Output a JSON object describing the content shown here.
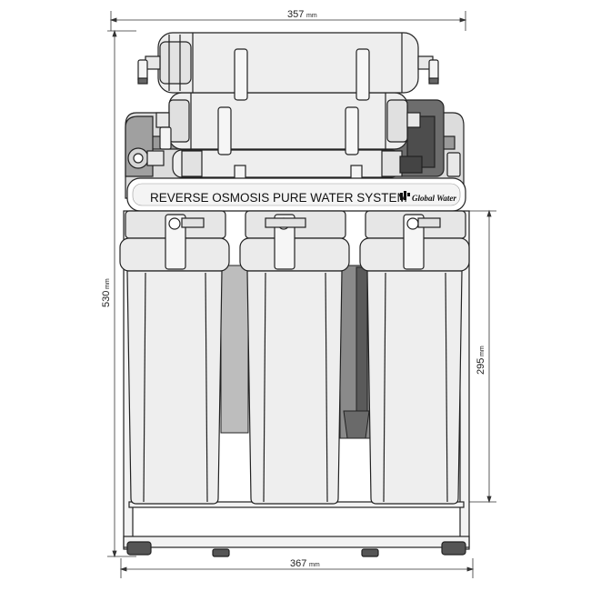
{
  "banner": {
    "title": "REVERSE OSMOSIS PURE WATER SYSTEM",
    "brand": "Global Water"
  },
  "dimensions": {
    "top_width": {
      "value": "357",
      "unit": "mm"
    },
    "bottom_width": {
      "value": "367",
      "unit": "mm"
    },
    "total_height": {
      "value": "530",
      "unit": "mm"
    },
    "housing_height": {
      "value": "295",
      "unit": "mm"
    }
  },
  "colors": {
    "line": "#222222",
    "body": "#ededed",
    "shade": "#c8c8c8",
    "dark": "#8a8a8a",
    "darker": "#5a5a5a"
  }
}
